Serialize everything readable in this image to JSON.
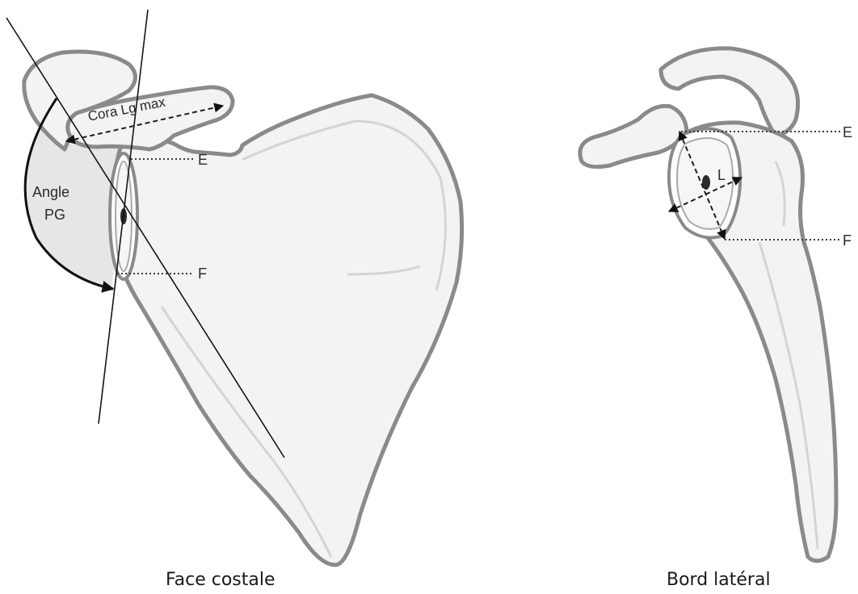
{
  "left_view": {
    "caption": "Face costale",
    "labels": {
      "cora": "Cora Lg max",
      "angle_line1": "Angle",
      "angle_line2": "PG",
      "e": "E",
      "f": "F"
    }
  },
  "right_view": {
    "caption": "Bord latéral",
    "labels": {
      "l": "L",
      "e": "E",
      "f": "F"
    }
  }
}
